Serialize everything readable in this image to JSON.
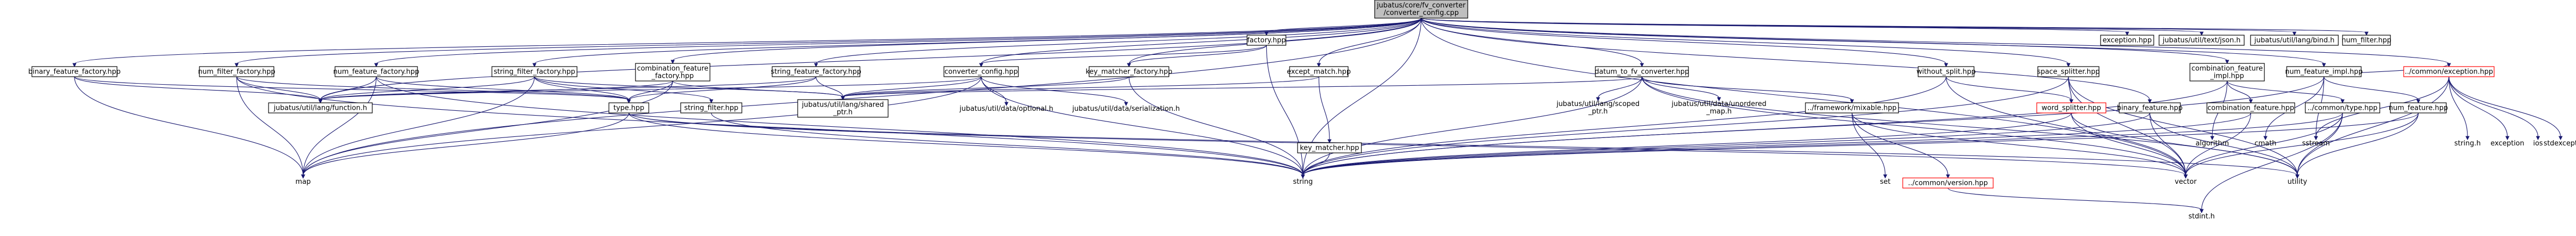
{
  "title_lines": [
    "jubatus/core/fv_converter",
    "/converter_config.cpp"
  ],
  "colors": {
    "edge": "#191970",
    "root_fill": "#bfbfbf",
    "missing_border": "#ff0000"
  },
  "nodes": {
    "root": {
      "lines": [
        "jubatus/core/fv_converter",
        "/converter_config.cpp"
      ],
      "kind": "root"
    },
    "binary_feature_factory": {
      "lines": [
        "binary_feature_factory.hpp"
      ],
      "kind": "box"
    },
    "num_filter_factory": {
      "lines": [
        "num_filter_factory.hpp"
      ],
      "kind": "box"
    },
    "num_feature_factory": {
      "lines": [
        "num_feature_factory.hpp"
      ],
      "kind": "box"
    },
    "string_filter_factory": {
      "lines": [
        "string_filter_factory.hpp"
      ],
      "kind": "box"
    },
    "combination_feature_factory": {
      "lines": [
        "combination_feature",
        "_factory.hpp"
      ],
      "kind": "box"
    },
    "string_feature_factory": {
      "lines": [
        "string_feature_factory.hpp"
      ],
      "kind": "box"
    },
    "factory": {
      "lines": [
        "factory.hpp"
      ],
      "kind": "box"
    },
    "converter_config": {
      "lines": [
        "converter_config.hpp"
      ],
      "kind": "box"
    },
    "key_matcher_factory": {
      "lines": [
        "key_matcher_factory.hpp"
      ],
      "kind": "box"
    },
    "except_match": {
      "lines": [
        "except_match.hpp"
      ],
      "kind": "box"
    },
    "datum_to_fv_converter": {
      "lines": [
        "datum_to_fv_converter.hpp"
      ],
      "kind": "box"
    },
    "without_split": {
      "lines": [
        "without_split.hpp"
      ],
      "kind": "box"
    },
    "space_splitter": {
      "lines": [
        "space_splitter.hpp"
      ],
      "kind": "box"
    },
    "binary_feature": {
      "lines": [
        "binary_feature.hpp"
      ],
      "kind": "box"
    },
    "combination_feature_impl": {
      "lines": [
        "combination_feature",
        "_impl.hpp"
      ],
      "kind": "box"
    },
    "num_feature_impl": {
      "lines": [
        "num_feature_impl.hpp"
      ],
      "kind": "box"
    },
    "exception_hpp": {
      "lines": [
        "exception.hpp"
      ],
      "kind": "box"
    },
    "text_json": {
      "lines": [
        "jubatus/util/text/json.h"
      ],
      "kind": "box"
    },
    "bind_h": {
      "lines": [
        "jubatus/util/lang/bind.h"
      ],
      "kind": "box"
    },
    "num_filter": {
      "lines": [
        "num_filter.hpp"
      ],
      "kind": "box"
    },
    "common_exception": {
      "lines": [
        "../common/exception.hpp"
      ],
      "kind": "red"
    },
    "function_h": {
      "lines": [
        "jubatus/util/lang/function.h"
      ],
      "kind": "box"
    },
    "type_hpp": {
      "lines": [
        "type.hpp"
      ],
      "kind": "box"
    },
    "string_filter": {
      "lines": [
        "string_filter.hpp"
      ],
      "kind": "box"
    },
    "shared_ptr": {
      "lines": [
        "jubatus/util/lang/shared",
        "_ptr.h"
      ],
      "kind": "box"
    },
    "optional": {
      "lines": [
        "jubatus/util/data/optional.h"
      ],
      "kind": "plain"
    },
    "serialization": {
      "lines": [
        "jubatus/util/data/serialization.h"
      ],
      "kind": "plain"
    },
    "scoped_ptr": {
      "lines": [
        "jubatus/util/lang/scoped",
        "_ptr.h"
      ],
      "kind": "plain"
    },
    "unordered_map": {
      "lines": [
        "jubatus/util/data/unordered",
        "_map.h"
      ],
      "kind": "plain"
    },
    "key_matcher": {
      "lines": [
        "key_matcher.hpp"
      ],
      "kind": "box"
    },
    "mixable": {
      "lines": [
        "../framework/mixable.hpp"
      ],
      "kind": "box"
    },
    "word_splitter": {
      "lines": [
        "word_splitter.hpp"
      ],
      "kind": "red"
    },
    "combination_feature": {
      "lines": [
        "combination_feature.hpp"
      ],
      "kind": "box"
    },
    "common_type": {
      "lines": [
        "../common/type.hpp"
      ],
      "kind": "box"
    },
    "num_feature": {
      "lines": [
        "num_feature.hpp"
      ],
      "kind": "box"
    },
    "algorithm": {
      "lines": [
        "algorithm"
      ],
      "kind": "plain"
    },
    "cmath": {
      "lines": [
        "cmath"
      ],
      "kind": "plain"
    },
    "sstream": {
      "lines": [
        "sstream"
      ],
      "kind": "plain"
    },
    "string_h": {
      "lines": [
        "string.h"
      ],
      "kind": "plain"
    },
    "exception": {
      "lines": [
        "exception"
      ],
      "kind": "plain"
    },
    "ios": {
      "lines": [
        "ios"
      ],
      "kind": "plain"
    },
    "stdexcept": {
      "lines": [
        "stdexcept"
      ],
      "kind": "plain"
    },
    "map": {
      "lines": [
        "map"
      ],
      "kind": "plain"
    },
    "string": {
      "lines": [
        "string"
      ],
      "kind": "plain"
    },
    "set": {
      "lines": [
        "set"
      ],
      "kind": "plain"
    },
    "common_version": {
      "lines": [
        "../common/version.hpp"
      ],
      "kind": "red"
    },
    "vector": {
      "lines": [
        "vector"
      ],
      "kind": "plain"
    },
    "utility": {
      "lines": [
        "utility"
      ],
      "kind": "plain"
    },
    "stdint_h": {
      "lines": [
        "stdint.h"
      ],
      "kind": "plain"
    }
  }
}
